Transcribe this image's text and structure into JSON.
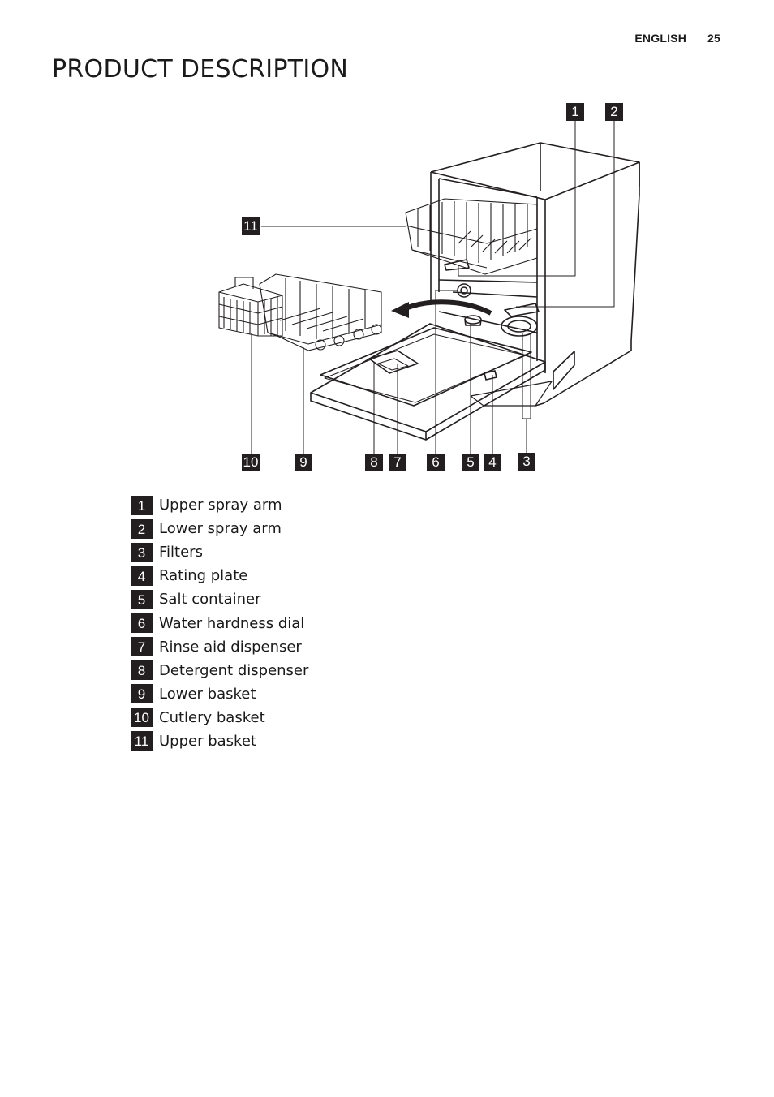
{
  "header": {
    "language": "ENGLISH",
    "page_number": "25"
  },
  "title": "PRODUCT DESCRIPTION",
  "figure": {
    "callouts": [
      "1",
      "2",
      "11",
      "10",
      "9",
      "8",
      "7",
      "6",
      "5",
      "4",
      "3"
    ]
  },
  "legend": [
    {
      "num": "1",
      "label": "Upper spray arm"
    },
    {
      "num": "2",
      "label": "Lower spray arm"
    },
    {
      "num": "3",
      "label": "Filters"
    },
    {
      "num": "4",
      "label": "Rating plate"
    },
    {
      "num": "5",
      "label": "Salt container"
    },
    {
      "num": "6",
      "label": "Water hardness dial"
    },
    {
      "num": "7",
      "label": "Rinse aid dispenser"
    },
    {
      "num": "8",
      "label": "Detergent dispenser"
    },
    {
      "num": "9",
      "label": "Lower basket"
    },
    {
      "num": "10",
      "label": "Cutlery basket"
    },
    {
      "num": "11",
      "label": "Upper basket"
    }
  ]
}
